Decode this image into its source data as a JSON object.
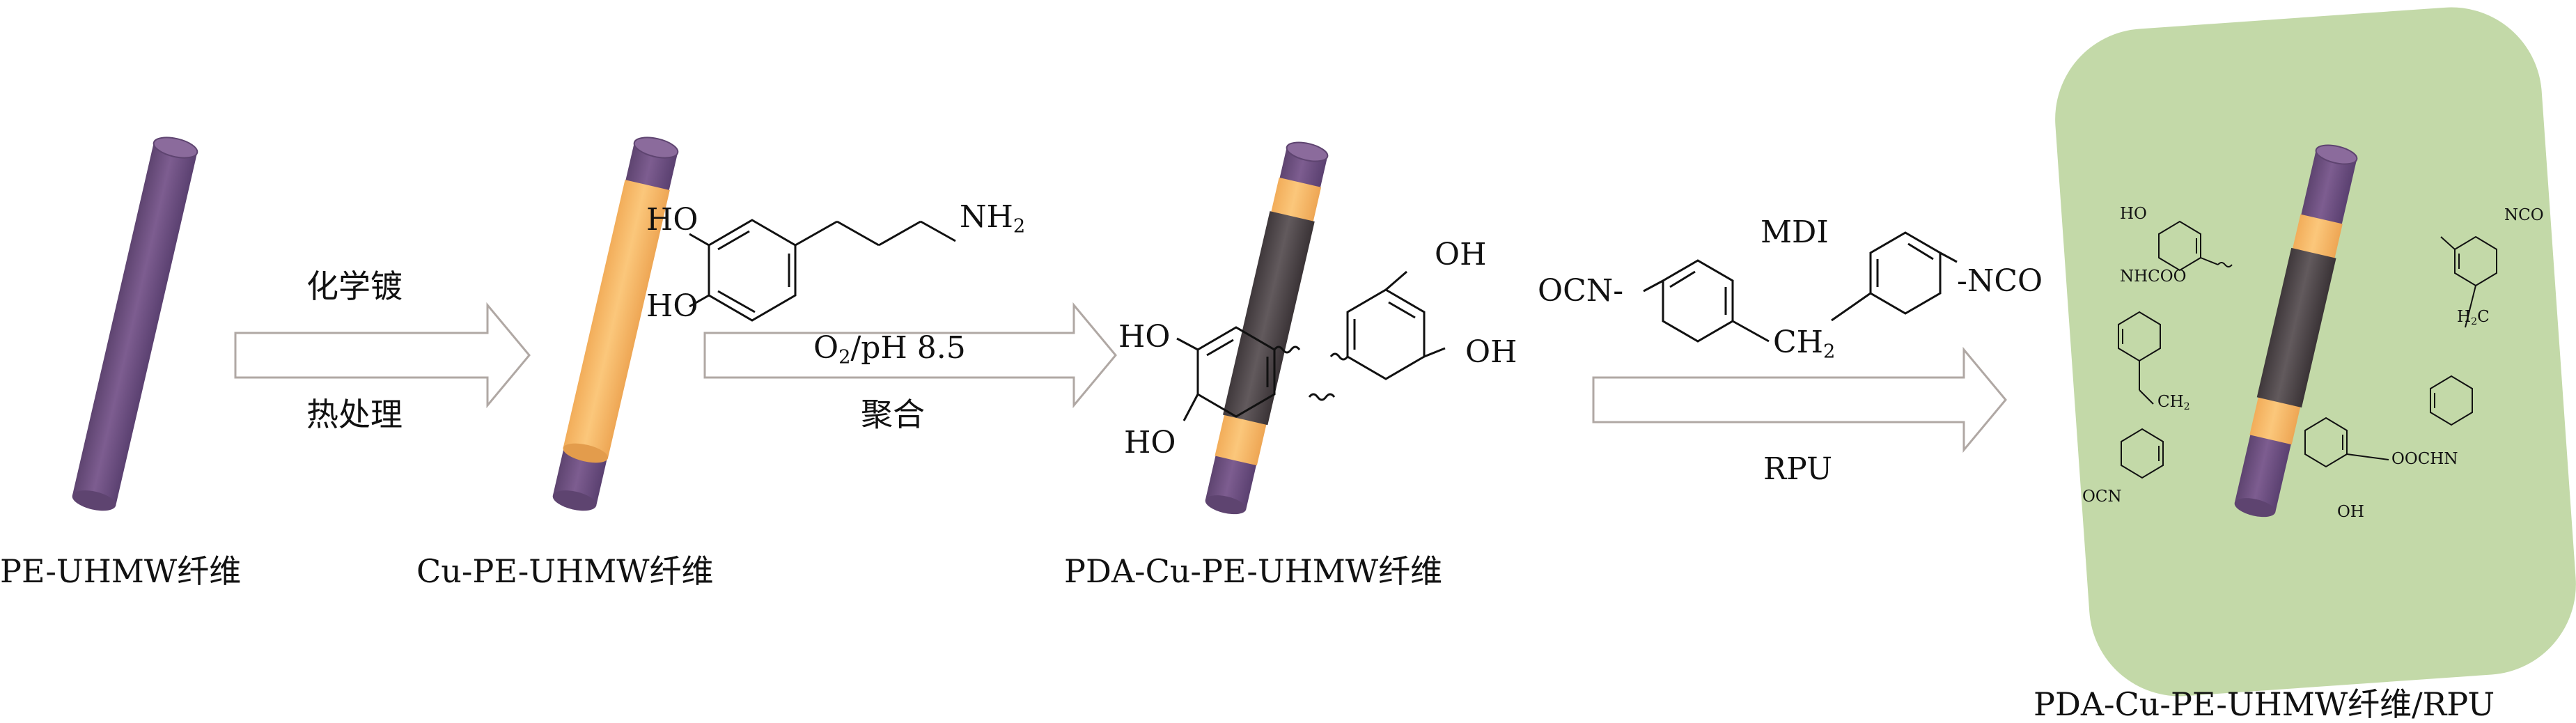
{
  "fibers": {
    "f1": "PE-UHMW纤维",
    "f2": "Cu-PE-UHMW纤维",
    "f3": "PDA-Cu-PE-UHMW纤维",
    "f4": "PDA-Cu-PE-UHMW纤维/RPU"
  },
  "step1": {
    "top": "化学镀",
    "bottom": "热处理"
  },
  "step2": {
    "condition_o": "O",
    "condition_sub": "2",
    "condition_rest": "/pH 8.5",
    "bottom": "聚合"
  },
  "step3": {
    "top": "MDI",
    "bottom": "RPU"
  },
  "dopamine": {
    "ho1": "HO",
    "ho2": "HO",
    "nh": "NH",
    "nh_sub": "2"
  },
  "pda": {
    "oh_tr": "OH",
    "oh_r": "OH",
    "ho_l": "HO",
    "ho_bl": "HO"
  },
  "mdi": {
    "ocn": "OCN-",
    "nco": "-NCO",
    "ch": "CH",
    "ch_sub": "2"
  },
  "rpu": {
    "ho_tl": "HO",
    "nhcoo": "NHCOO",
    "ch2_l": "CH",
    "ch2_l_sub": "2",
    "ocn_bl": "OCN",
    "nco_tr": "NCO",
    "h2c": "H",
    "h2c_sub": "2",
    "h2c_tail": "C",
    "oocnh": "OOCHN",
    "oh_b": "OH"
  },
  "colors": {
    "fiber_purple": "#7a5a8c",
    "fiber_purple_dark": "#5e4470",
    "copper_layer": "#f9bd6e",
    "pda_layer": "#5b5356",
    "arrow_stroke": "#b0a8a4",
    "rpu_background": "#c3d9a8"
  }
}
